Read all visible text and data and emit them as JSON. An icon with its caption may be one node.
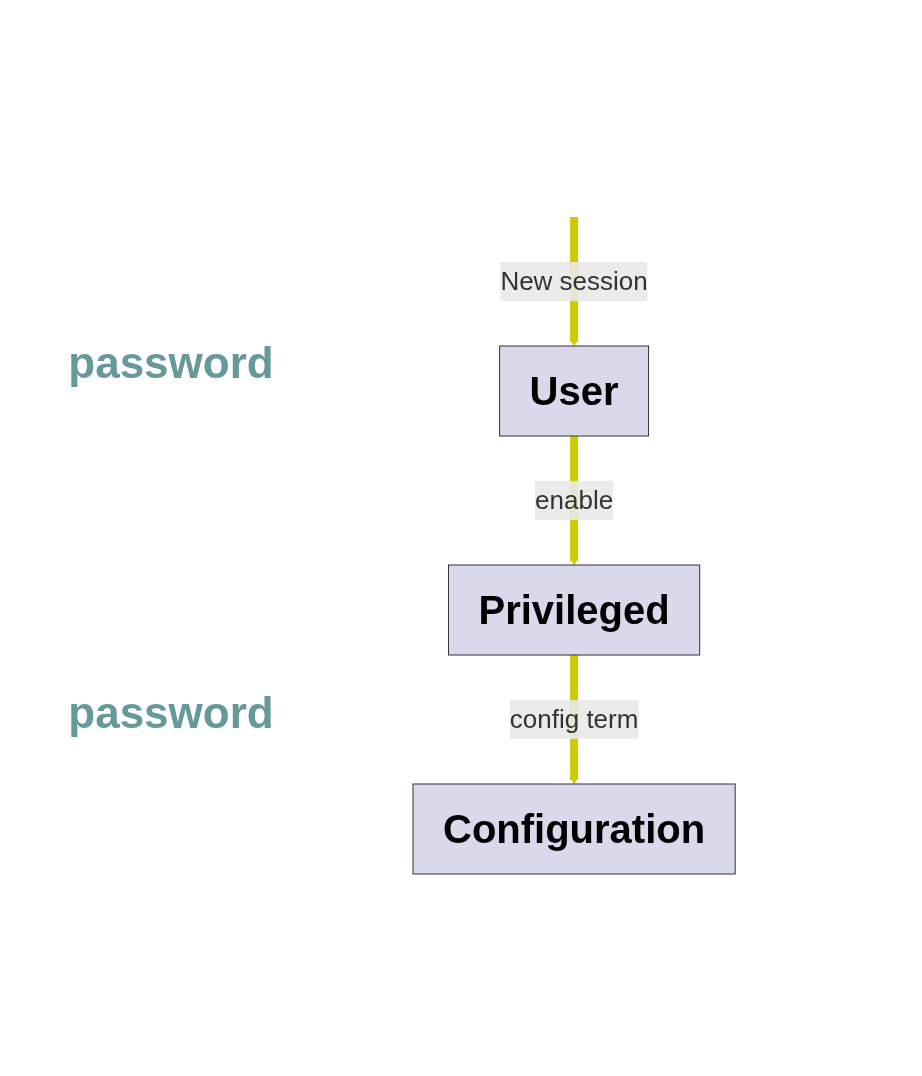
{
  "diagram": {
    "nodes": [
      {
        "text": [
          "User"
        ]
      },
      {
        "text": [
          "Privileged"
        ]
      },
      {
        "text": [
          "Configuration"
        ]
      }
    ],
    "edges": [
      {
        "from": null,
        "to": 0,
        "arrow": "to",
        "label": "New session"
      },
      {
        "from": 0,
        "to": 1,
        "arrow": "to",
        "label": "enable"
      },
      {
        "from": 1,
        "to": 2,
        "arrow": "to",
        "label": "config term"
      }
    ],
    "labels": [
      "password",
      "password"
    ]
  }
}
